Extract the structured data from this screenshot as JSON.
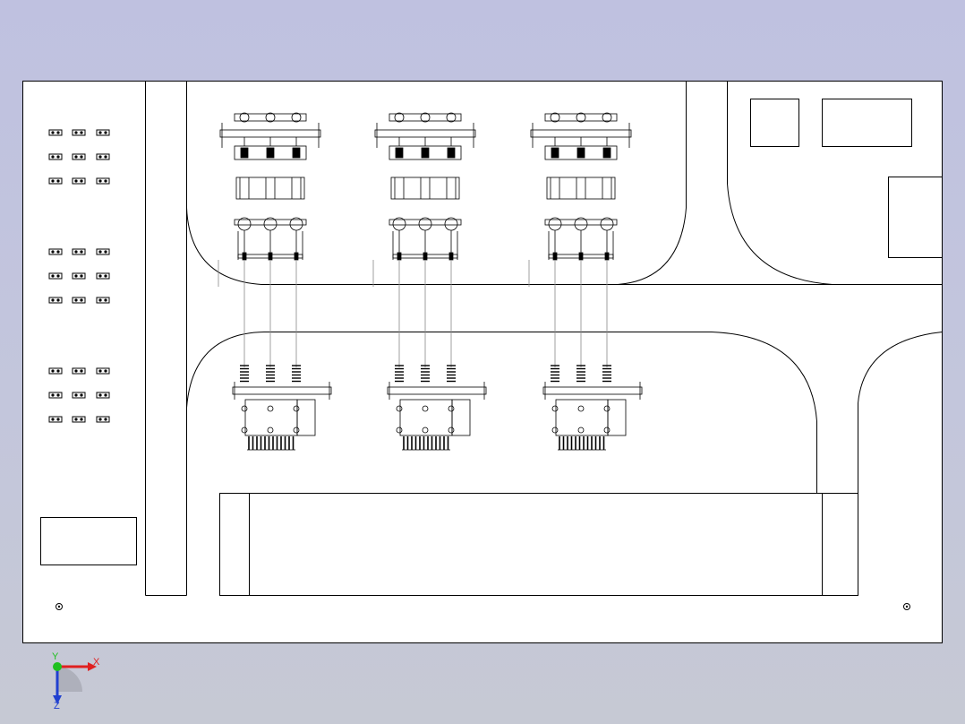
{
  "viewport": {
    "background_top": "#bfc1e0",
    "background_bottom": "#c6c9d4",
    "sheet_fill": "#ffffff",
    "line_color": "#000000"
  },
  "drawing": {
    "bay_count": 3,
    "terminal_block_rows": 3,
    "terminal_blocks_per_row": 3,
    "items": [
      "layout-sheet",
      "terminal-block-group",
      "left-corridor",
      "room-top-center",
      "room-right-top",
      "room-right-bottom",
      "road-lower",
      "cable-trench",
      "frame-a",
      "frame-b",
      "frame-c",
      "switchgear-a",
      "switchgear-b",
      "switchgear-c"
    ]
  },
  "triad": {
    "x_label": "X",
    "y_label": "Y",
    "z_label": "Z",
    "x_color": "#e02020",
    "y_color": "#20c020",
    "z_color": "#2040d0"
  }
}
